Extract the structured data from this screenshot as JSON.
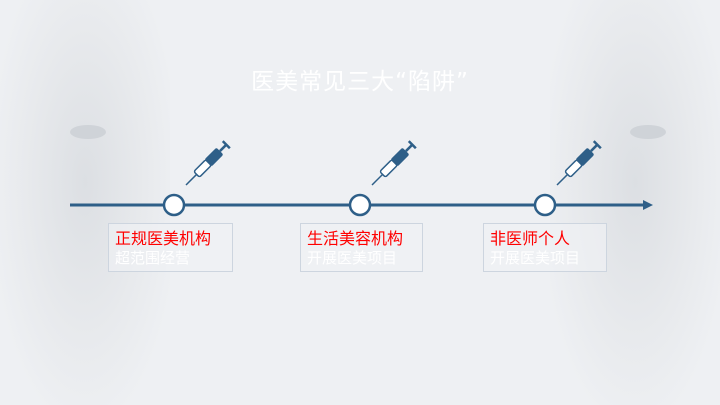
{
  "slide": {
    "title": "医美常见三大“陷阱”"
  },
  "items": [
    {
      "label": "正规医美机构",
      "sub": "超范围经营"
    },
    {
      "label": "生活美容机构",
      "sub": "开展医美项目"
    },
    {
      "label": "非医师个人",
      "sub": "开展医美项目"
    }
  ],
  "colors": {
    "line": "#2e5f88",
    "label": "#ff0000"
  }
}
